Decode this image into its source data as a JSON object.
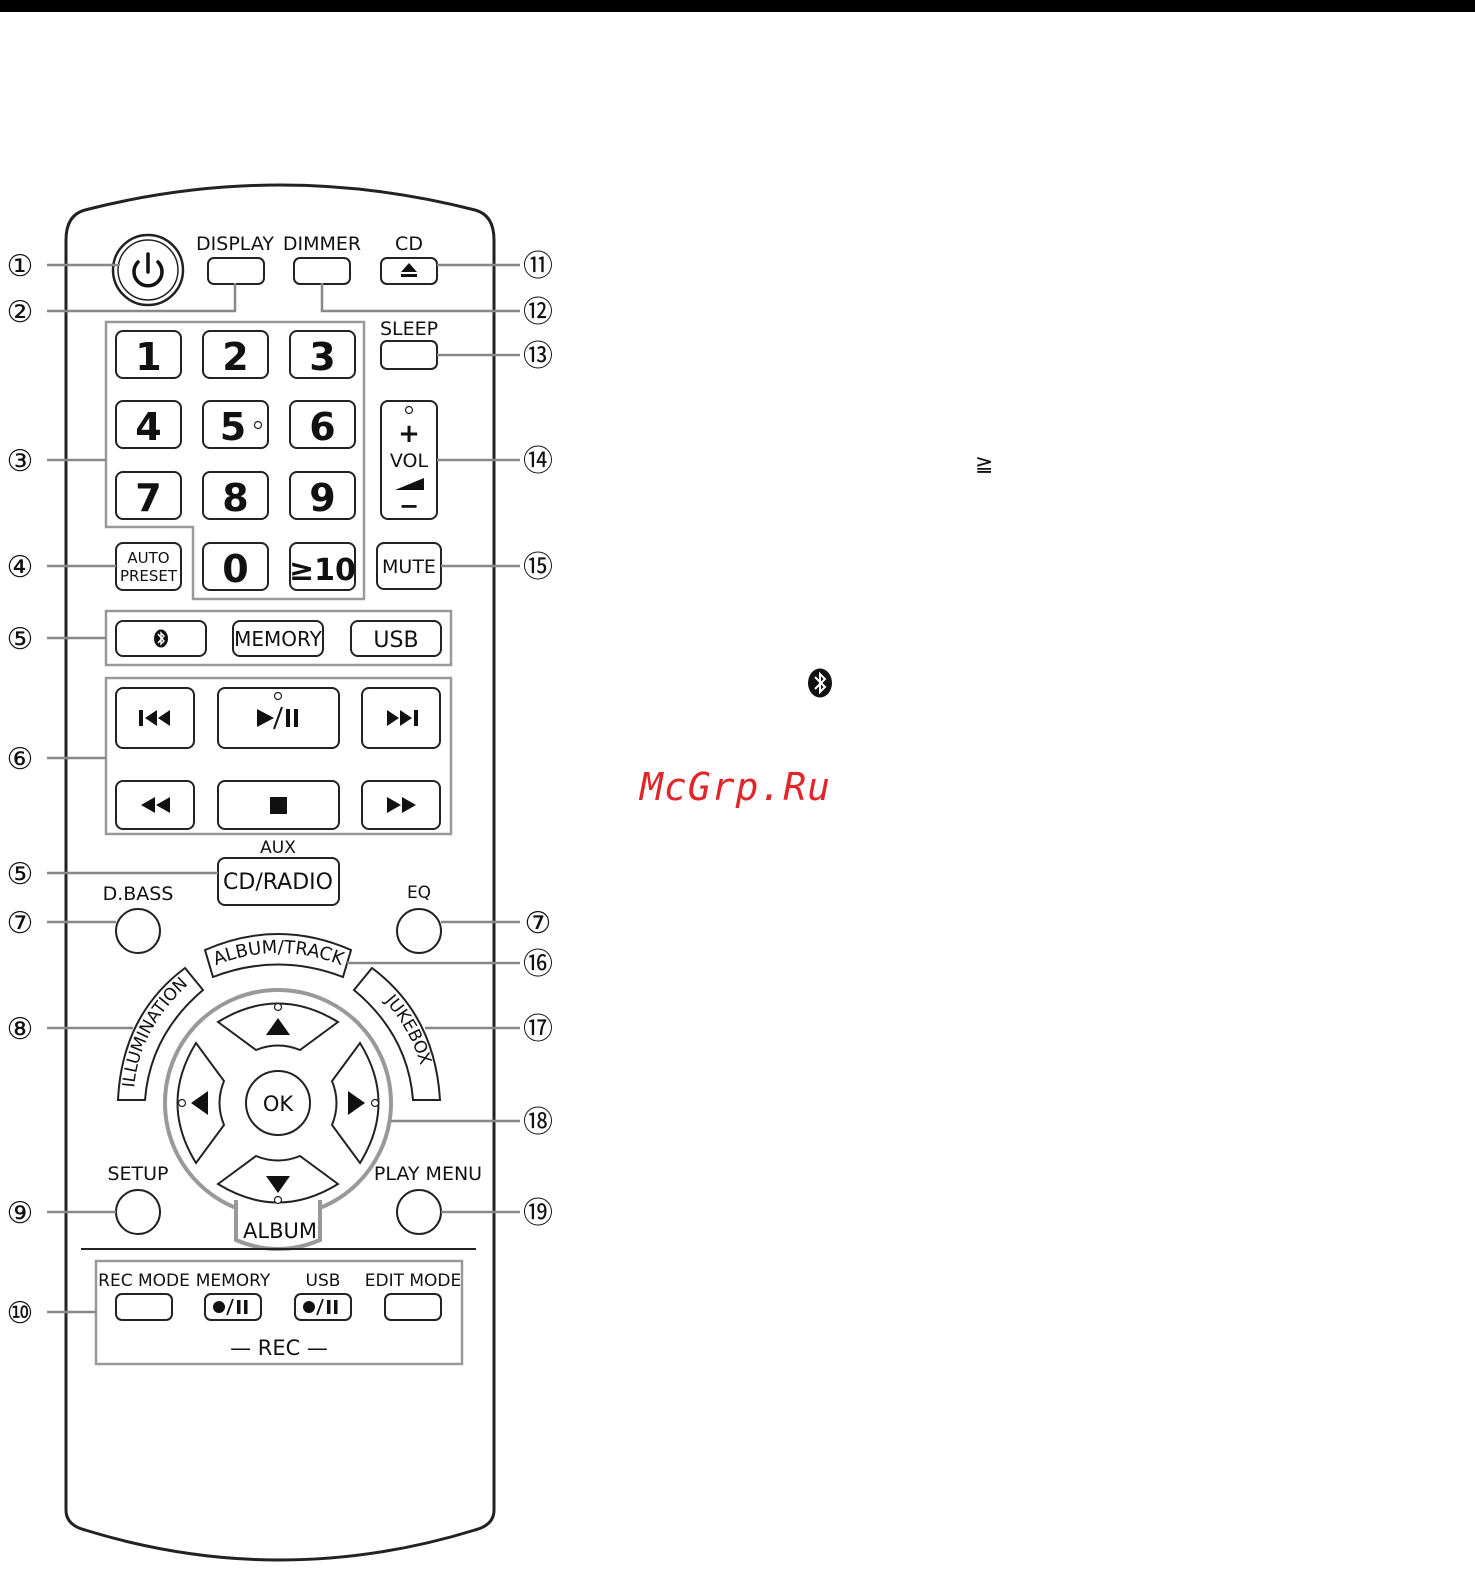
{
  "remote": {
    "top_labels": {
      "display": "DISPLAY",
      "dimmer": "DIMMER",
      "cd": "CD",
      "sleep": "SLEEP"
    },
    "keypad": [
      "1",
      "2",
      "3",
      "4",
      "5",
      "6",
      "7",
      "8",
      "9",
      "0",
      "≥10"
    ],
    "volume": {
      "plus": "+",
      "label": "VOL",
      "minus": "−"
    },
    "auto_preset": [
      "AUTO",
      "PRESET"
    ],
    "mute": "MUTE",
    "source_row": {
      "memory": "MEMORY",
      "usb": "USB"
    },
    "aux": "AUX",
    "cd_radio": "CD/RADIO",
    "d_bass": "D.BASS",
    "eq": "EQ",
    "album_track": "ALBUM/TRACK",
    "illumination": "ILLUMINATION",
    "jukebox": "JUKEBOX",
    "ok": "OK",
    "setup": "SETUP",
    "play_menu": "PLAY MENU",
    "album": "ALBUM",
    "rec_section": {
      "labels": [
        "REC MODE",
        "MEMORY",
        "USB",
        "EDIT MODE"
      ],
      "title": "— REC —"
    }
  },
  "callouts": {
    "left": [
      "①",
      "②",
      "③",
      "④",
      "⑤",
      "⑥",
      "⑤",
      "⑦",
      "⑧",
      "⑨",
      "⑩"
    ],
    "right": [
      "⑪",
      "⑫",
      "⑬",
      "⑭",
      "⑮",
      "⑦",
      "⑯",
      "⑰",
      "⑱",
      "⑲"
    ]
  },
  "stray_symbol": "≧",
  "watermark": "McGrp.Ru"
}
